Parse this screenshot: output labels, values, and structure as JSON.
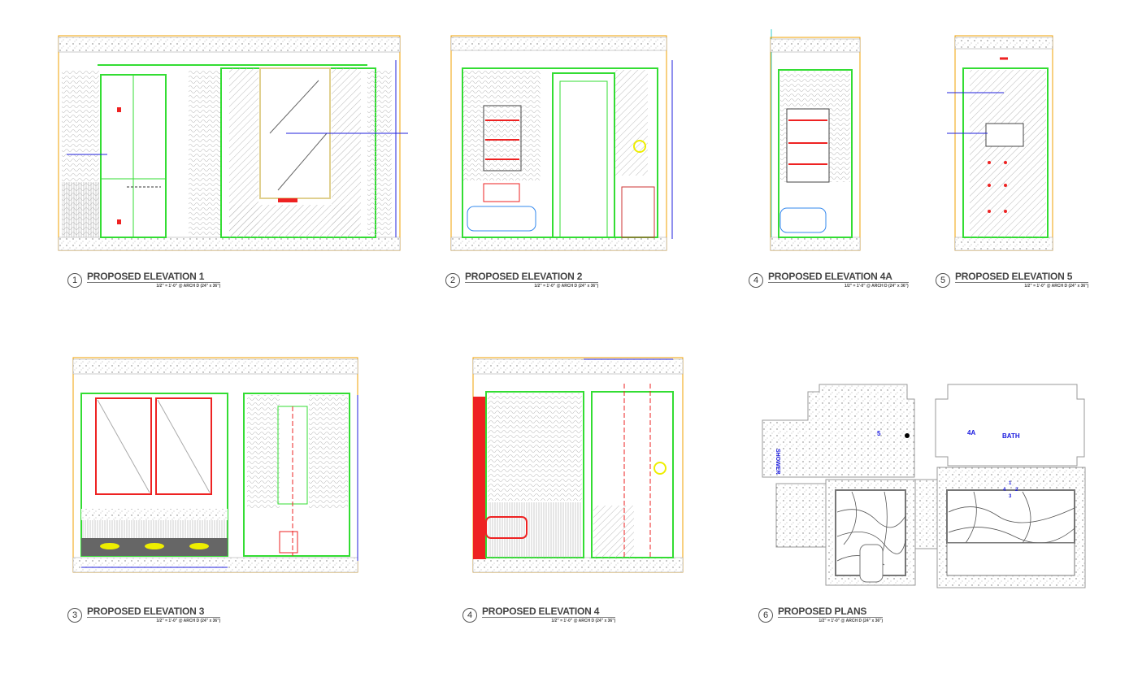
{
  "elevations": [
    {
      "num": "1",
      "title": "PROPOSED ELEVATION 1",
      "scale": "1/2\" = 1'-0\"  @ ARCH D (24\" x 36\")"
    },
    {
      "num": "2",
      "title": "PROPOSED ELEVATION 2",
      "scale": "1/2\" = 1'-0\"  @ ARCH D (24\" x 36\")"
    },
    {
      "num": "4",
      "title": "PROPOSED ELEVATION 4A",
      "scale": "1/2\" = 1'-0\"  @ ARCH D (24\" x 36\")"
    },
    {
      "num": "5",
      "title": "PROPOSED ELEVATION 5",
      "scale": "1/2\" = 1'-0\"  @ ARCH D (24\" x 36\")"
    },
    {
      "num": "3",
      "title": "PROPOSED ELEVATION 3",
      "scale": "1/2\" = 1'-0\"  @ ARCH D (24\" x 36\")"
    },
    {
      "num": "4",
      "title": "PROPOSED ELEVATION 4",
      "scale": "1/2\" = 1'-0\"  @ ARCH D (24\" x 36\")"
    },
    {
      "num": "6",
      "title": "PROPOSED PLANS",
      "scale": "1/2\" = 1'-0\"  @ ARCH D (24\" x 36\")"
    }
  ],
  "plan_labels": {
    "shower": "SHOWER",
    "bath": "BATH",
    "tag_4a": "4A",
    "tag_5": "5",
    "tag_1": "1",
    "tag_2": "2",
    "tag_3": "3",
    "tag_4": "4"
  },
  "colors": {
    "outline": "#f0a000",
    "wall": "#33dd33",
    "dim": "#2222dd",
    "fixture": "#ee2222"
  }
}
